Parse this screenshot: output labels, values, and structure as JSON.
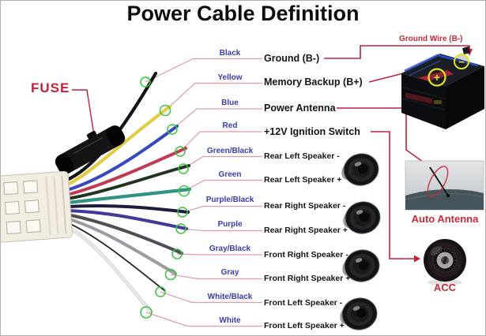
{
  "title": "Power Cable Definition",
  "fuse": {
    "label": "FUSE"
  },
  "wires": [
    {
      "color": "Black",
      "hex": "#141414",
      "function": "Ground (B-)"
    },
    {
      "color": "Yellow",
      "hex": "#e3cc45",
      "function": "Memory Backup (B+)"
    },
    {
      "color": "Blue",
      "hex": "#3948c0",
      "function": "Power Antenna"
    },
    {
      "color": "Red",
      "hex": "#c23a52",
      "function": "+12V Ignition Switch"
    },
    {
      "color": "Green/Black",
      "hex": "#20351f",
      "function": "Rear Left Speaker -"
    },
    {
      "color": "Green",
      "hex": "#2f9484",
      "function": "Rear Left Speaker +"
    },
    {
      "color": "Purple/Black",
      "hex": "#1c1c3e",
      "function": "Rear Right Speaker -"
    },
    {
      "color": "Purple",
      "hex": "#43399b",
      "function": "Rear Right Speaker +"
    },
    {
      "color": "Gray/Black",
      "hex": "#4e4e55",
      "function": "Front Right Speaker -"
    },
    {
      "color": "Gray",
      "hex": "#9b9ba1",
      "function": "Front Right Speaker +"
    },
    {
      "color": "White/Black",
      "hex": "#2a2a2a",
      "function": "Front Left Speaker -"
    },
    {
      "color": "White",
      "hex": "#e9e9eb",
      "function": "Front Left Speaker +"
    }
  ],
  "battery": {
    "caption": "Ground Wire (B-)",
    "plus_symbol": "+",
    "minus_symbol": "−"
  },
  "antenna": {
    "caption": "Auto Antenna"
  },
  "ignition_switch": {
    "caption": "ACC"
  },
  "palette": {
    "color_label_blue": "#3b3bb0",
    "annotation_red": "#cc2936",
    "routing_red": "#c5203a",
    "leader_pink": "#e39aa9",
    "terminal_ring_green": "#38c43e"
  },
  "icons": {
    "fuse": "fuse-holder-icon",
    "connector": "harness-connector-icon",
    "battery": "car-battery-icon",
    "antenna": "auto-antenna-photo-icon",
    "acc": "acc-ignition-switch-icon",
    "speaker": "speaker-icon"
  }
}
